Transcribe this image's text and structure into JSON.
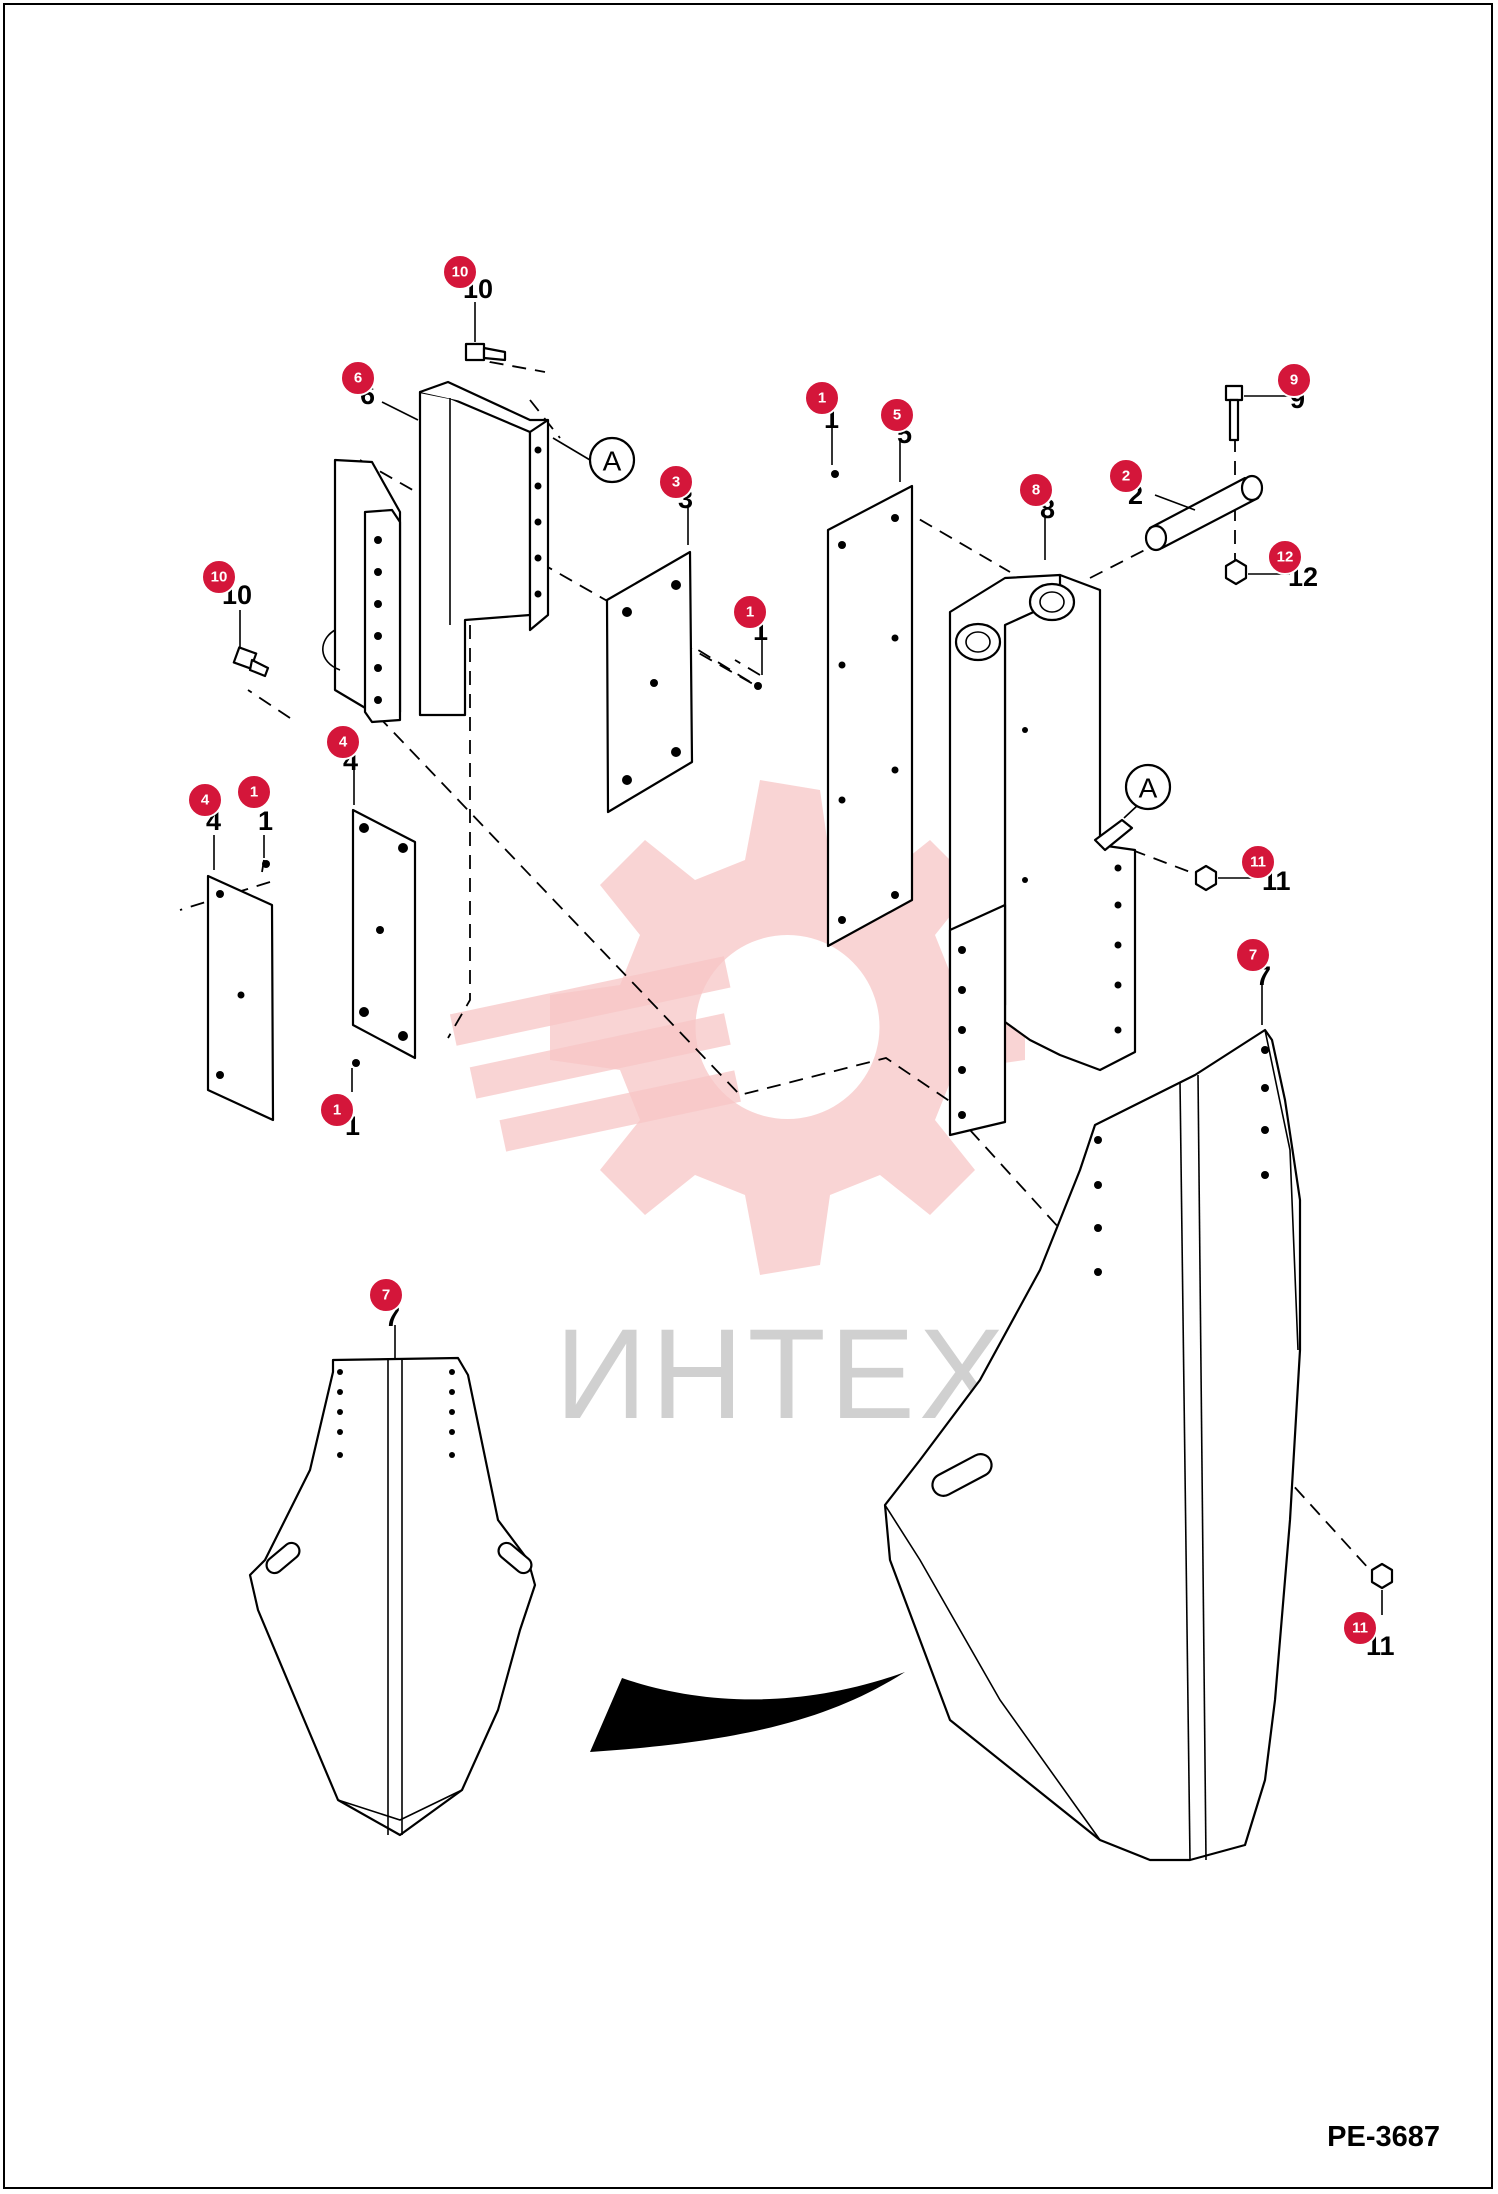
{
  "watermark_text": "ИНТЕХ",
  "diagram_code": "PE-3687",
  "detail_reference": "A",
  "callouts": [
    {
      "id": "c10a",
      "number": "10"
    },
    {
      "id": "c6",
      "number": "6"
    },
    {
      "id": "c10b",
      "number": "10"
    },
    {
      "id": "c4a",
      "number": "4"
    },
    {
      "id": "c1a",
      "number": "1"
    },
    {
      "id": "c4b",
      "number": "4"
    },
    {
      "id": "c1b",
      "number": "1"
    },
    {
      "id": "c3",
      "number": "3"
    },
    {
      "id": "c1c",
      "number": "1"
    },
    {
      "id": "c1d",
      "number": "1"
    },
    {
      "id": "c5",
      "number": "5"
    },
    {
      "id": "c8",
      "number": "8"
    },
    {
      "id": "c2",
      "number": "2"
    },
    {
      "id": "c9",
      "number": "9"
    },
    {
      "id": "c12",
      "number": "12"
    },
    {
      "id": "c11a",
      "number": "11"
    },
    {
      "id": "c7a",
      "number": "7"
    },
    {
      "id": "c7b",
      "number": "7"
    },
    {
      "id": "c11b",
      "number": "11"
    }
  ]
}
